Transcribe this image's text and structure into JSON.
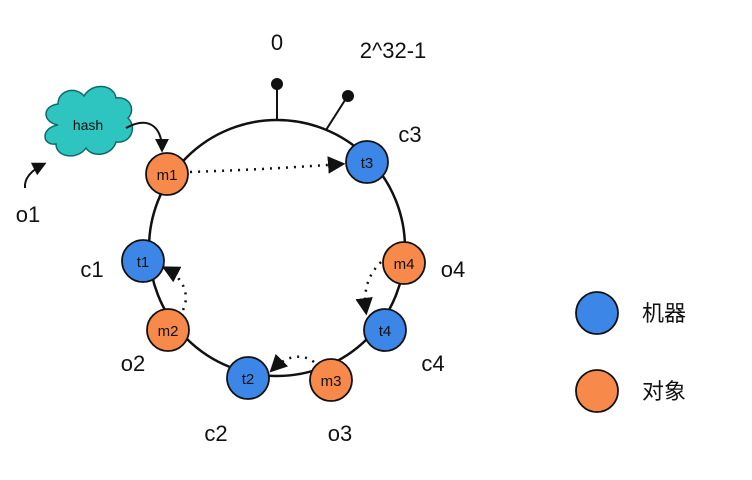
{
  "ring": {
    "zero_label": "0",
    "max_label": "2^32-1"
  },
  "hash": {
    "label": "hash"
  },
  "nodes": [
    {
      "id": "m1",
      "label": "m1",
      "kind": "object"
    },
    {
      "id": "t3",
      "label": "t3",
      "kind": "machine"
    },
    {
      "id": "m4",
      "label": "m4",
      "kind": "object"
    },
    {
      "id": "t4",
      "label": "t4",
      "kind": "machine"
    },
    {
      "id": "m3",
      "label": "m3",
      "kind": "object"
    },
    {
      "id": "t2",
      "label": "t2",
      "kind": "machine"
    },
    {
      "id": "m2",
      "label": "m2",
      "kind": "object"
    },
    {
      "id": "t1",
      "label": "t1",
      "kind": "machine"
    }
  ],
  "outer_labels": {
    "o1": "o1",
    "c3": "c3",
    "o4": "o4",
    "c4": "c4",
    "o3": "o3",
    "c2": "c2",
    "o2": "o2",
    "c1": "c1"
  },
  "legend": [
    {
      "label": "机器",
      "color": "#3b86e6"
    },
    {
      "label": "对象",
      "color": "#f7894a"
    }
  ],
  "colors": {
    "machine": "#3b86e6",
    "object": "#f7894a",
    "hash_fill": "#2ec4bf",
    "line": "#111111"
  }
}
